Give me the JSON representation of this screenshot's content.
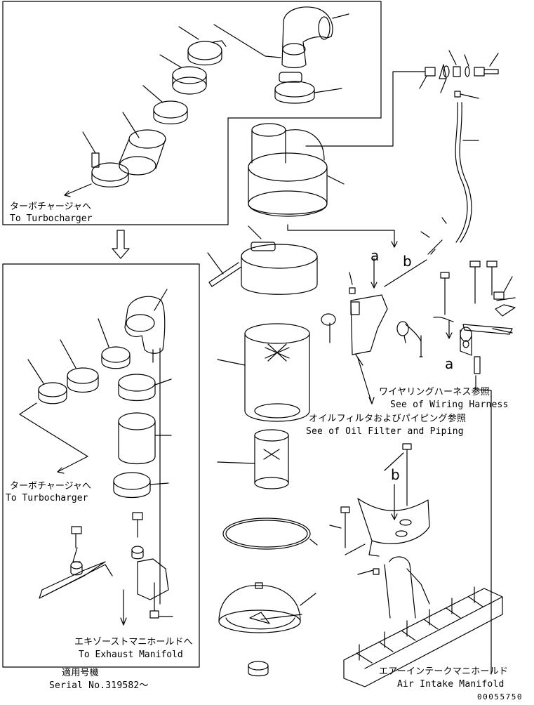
{
  "labels": {
    "turbo_jp_top": "ターボチャージャへ",
    "turbo_en_top": "To Turbocharger",
    "turbo_jp_mid": "ターボチャージャへ",
    "turbo_en_mid": "To Turbocharger",
    "exhaust_jp": "エキゾーストマニホールドへ",
    "exhaust_en": "To Exhaust Manifold",
    "serial_jp": "適用号機",
    "serial_en": "Serial No.319582～",
    "wiring_jp": "ワイヤリングハーネス参照",
    "wiring_en": "See of Wiring Harness",
    "oil_jp": "オイルフィルタおよびパイピング参照",
    "oil_en": "See of Oil Filter and Piping",
    "intake_jp": "エアーインテークマニホールド",
    "intake_en": "Air Intake Manifold"
  },
  "markers": {
    "a_top": "a",
    "b_top": "b",
    "a_right": "a",
    "b_mid": "b"
  },
  "doc_number": "00055750"
}
